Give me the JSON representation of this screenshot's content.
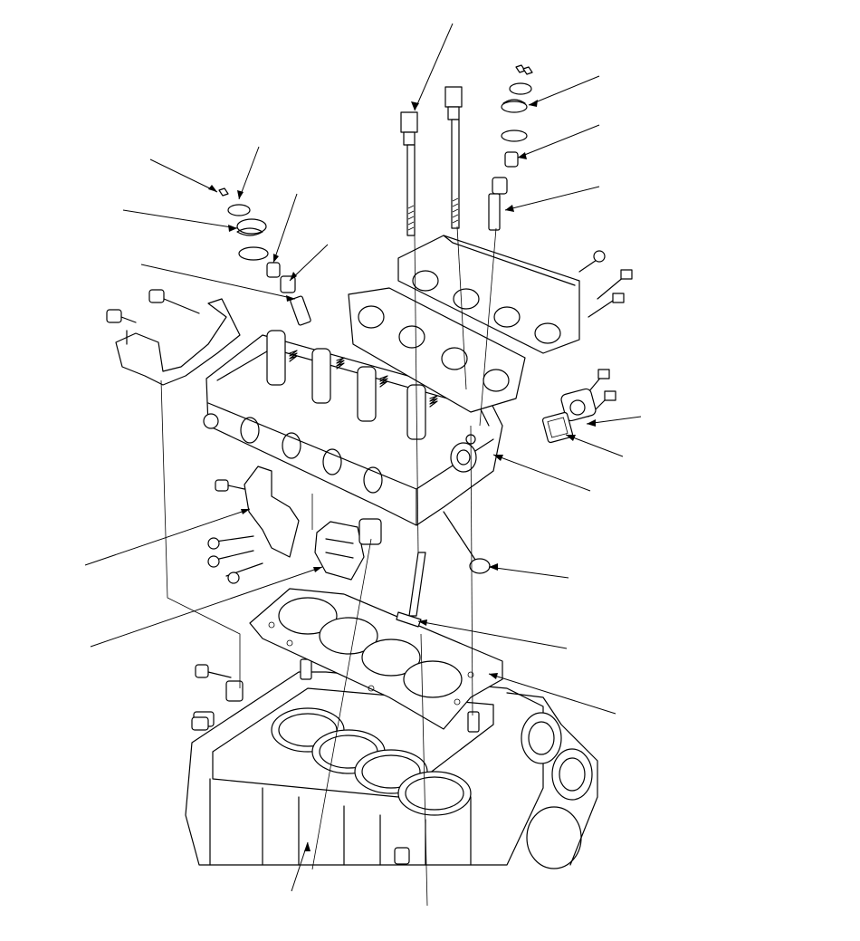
{
  "diagram": {
    "colors": {
      "line": "#000000",
      "background": "#ffffff"
    },
    "callouts": [
      {
        "name": "callout-head-bolt"
      },
      {
        "name": "callout-valve-spring-rear"
      },
      {
        "name": "callout-valve-seal-rear"
      },
      {
        "name": "callout-valve-guide-rear"
      },
      {
        "name": "callout-cotter-front"
      },
      {
        "name": "callout-spring-front"
      },
      {
        "name": "callout-retainer-front"
      },
      {
        "name": "callout-guide-front"
      },
      {
        "name": "callout-washer-front"
      },
      {
        "name": "callout-cover-bolt"
      },
      {
        "name": "callout-gasket-small"
      },
      {
        "name": "callout-cylinder-head"
      },
      {
        "name": "callout-bracket"
      },
      {
        "name": "callout-rocker-oil-valve"
      },
      {
        "name": "callout-plug"
      },
      {
        "name": "callout-valve"
      },
      {
        "name": "callout-head-gasket"
      },
      {
        "name": "callout-block-dowel"
      }
    ]
  }
}
